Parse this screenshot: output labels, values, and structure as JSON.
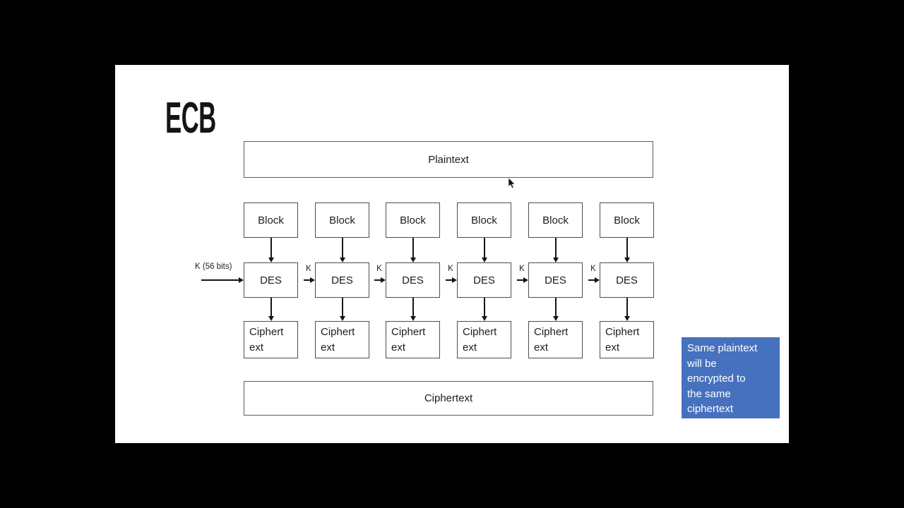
{
  "app": {
    "background_color": "#000000",
    "slide_background_color": "#ffffff"
  },
  "slide": {
    "title": "ECB",
    "plaintext_box": {
      "label": "Plaintext"
    },
    "ciphertext_box": {
      "label": "Ciphertext"
    },
    "key_first_label": "K (56 bits)",
    "key_label": "K",
    "columns": [
      {
        "block": "Block",
        "des": "DES",
        "cipher_lines": [
          "Ciphert",
          "ext"
        ]
      },
      {
        "block": "Block",
        "des": "DES",
        "cipher_lines": [
          "Ciphert",
          "ext"
        ]
      },
      {
        "block": "Block",
        "des": "DES",
        "cipher_lines": [
          "Ciphert",
          "ext"
        ]
      },
      {
        "block": "Block",
        "des": "DES",
        "cipher_lines": [
          "Ciphert",
          "ext"
        ]
      },
      {
        "block": "Block",
        "des": "DES",
        "cipher_lines": [
          "Ciphert",
          "ext"
        ]
      },
      {
        "block": "Block",
        "des": "DES",
        "cipher_lines": [
          "Ciphert",
          "ext"
        ]
      }
    ],
    "note": {
      "lines": [
        "Same plaintext",
        "will be",
        "encrypted to",
        "the same",
        "ciphertext"
      ],
      "bg_color": "#4671be",
      "text_color": "#ffffff"
    },
    "colors": {
      "box_border": "#4d4d4d",
      "text": "#1d1d1d",
      "arrow": "#151515"
    }
  }
}
